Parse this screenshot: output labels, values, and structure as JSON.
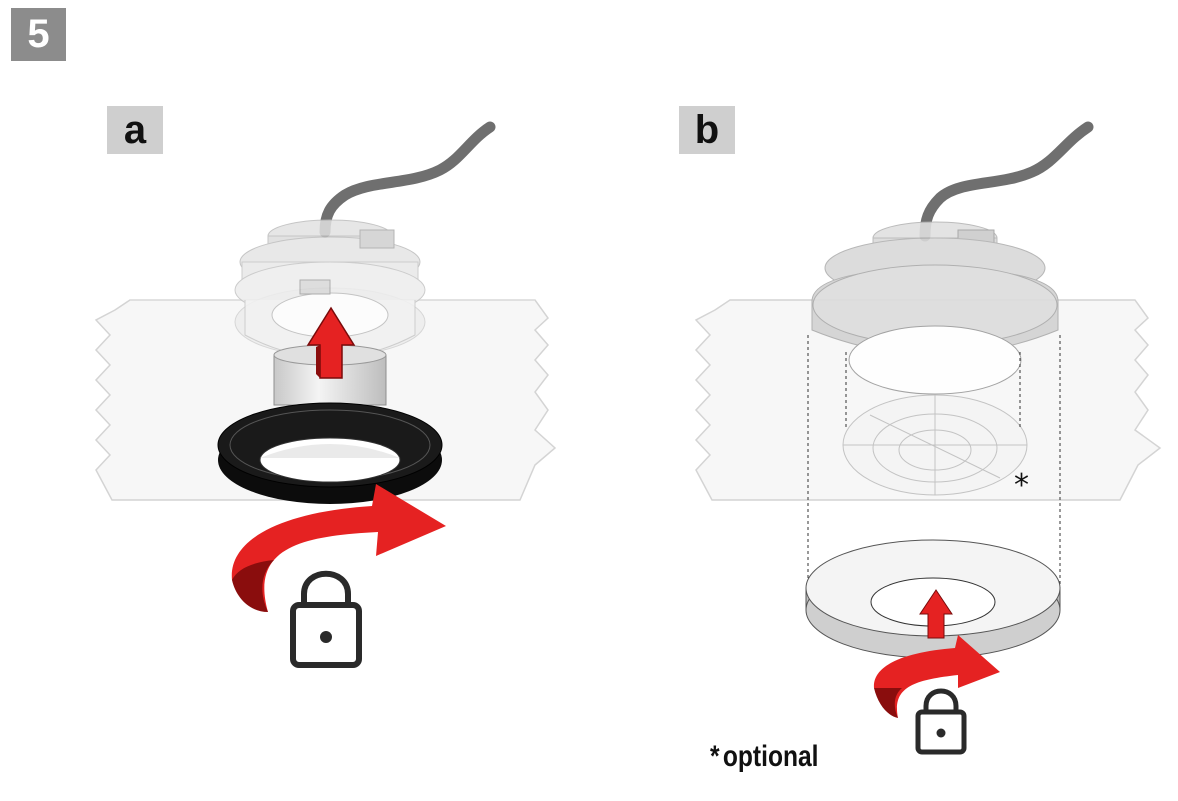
{
  "step": {
    "number": "5"
  },
  "panels": [
    {
      "id": "a",
      "label": "a"
    },
    {
      "id": "b",
      "label": "b"
    }
  ],
  "annotation": {
    "asterisk": "*"
  },
  "footnote": {
    "marker": "*",
    "text": "optional"
  },
  "colors": {
    "step_badge": "#8c8c8c",
    "panel_badge": "#cfcfcf",
    "arrow_red": "#e02020",
    "arrow_dark_red": "#8a0d0d",
    "ceiling_outline": "#cfcfcf",
    "cable": "#6f6f6f",
    "ring_black": "#0c0c0c"
  },
  "icons": [
    "lock-icon",
    "rotate-arrow-icon",
    "up-arrow-icon"
  ]
}
